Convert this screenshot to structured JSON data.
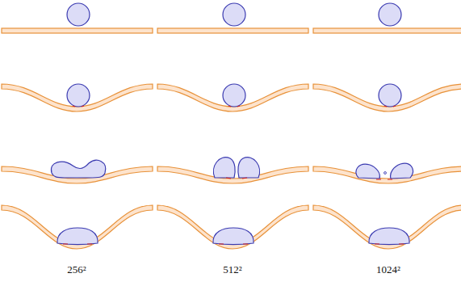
{
  "diagram": {
    "labels": [
      "256²",
      "512²",
      "1024²"
    ]
  }
}
